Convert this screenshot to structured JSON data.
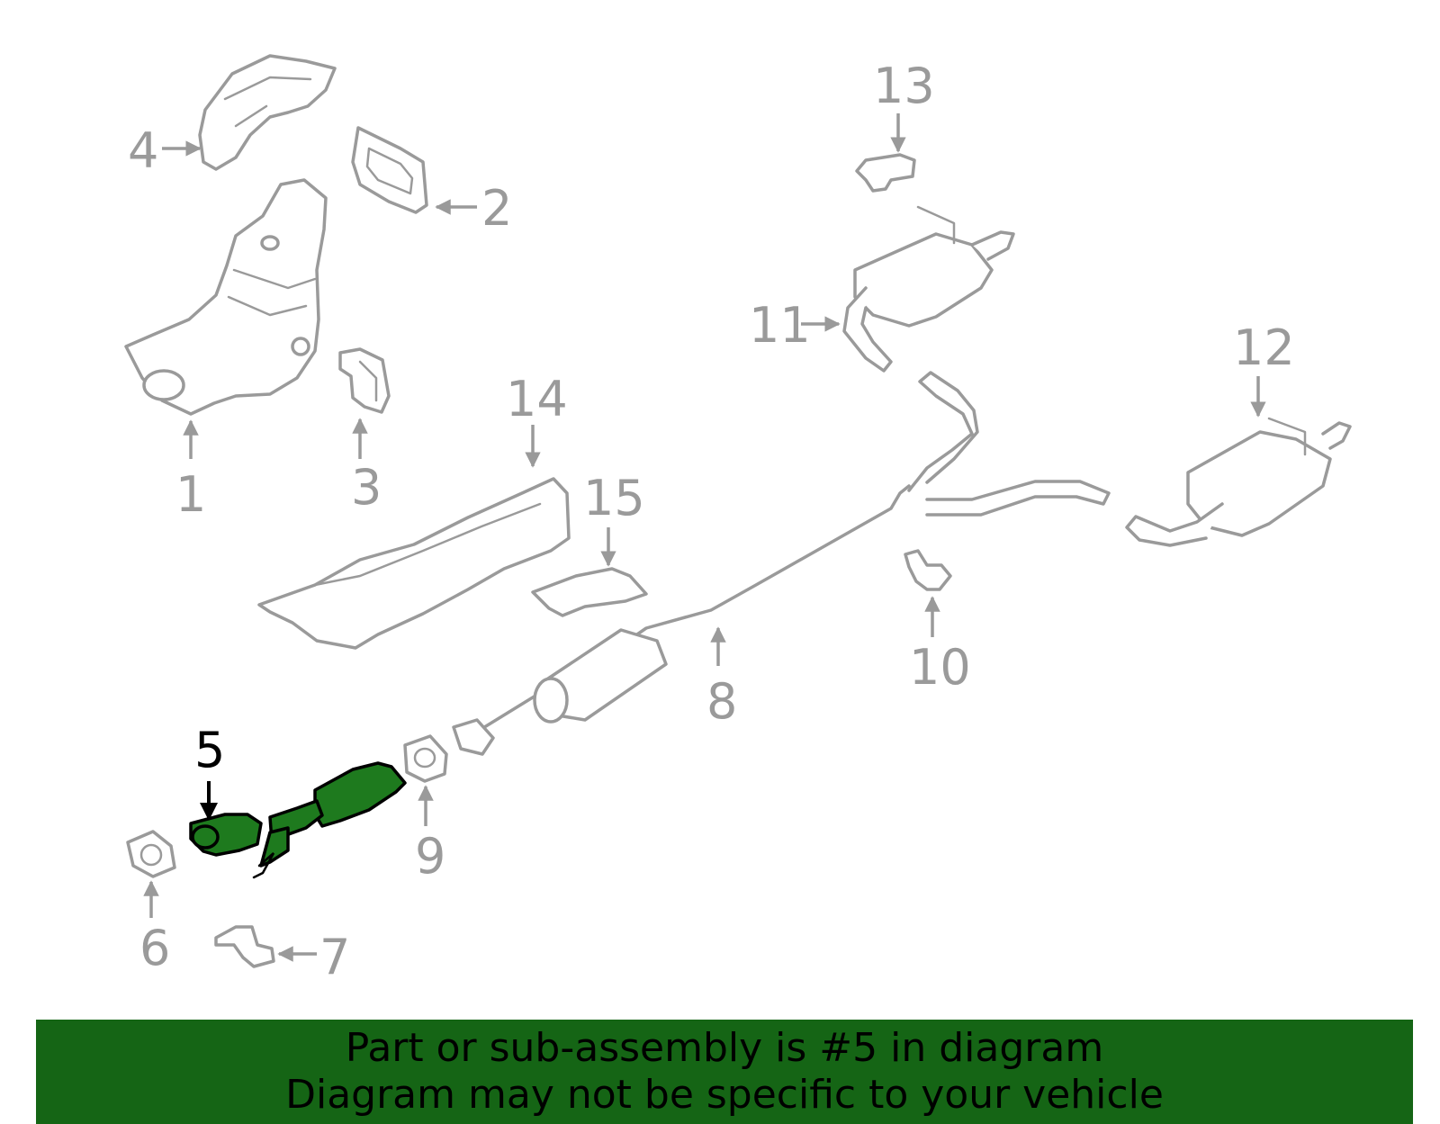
{
  "callouts": {
    "c1": "1",
    "c2": "2",
    "c3": "3",
    "c4": "4",
    "c5": "5",
    "c6": "6",
    "c7": "7",
    "c8": "8",
    "c9": "9",
    "c10": "10",
    "c11": "11",
    "c12": "12",
    "c13": "13",
    "c14": "14",
    "c15": "15"
  },
  "highlighted_part": "5",
  "banner": {
    "line1": "Part or sub-assembly is #5 in diagram",
    "line2": "Diagram may not be specific to your vehicle"
  },
  "colors": {
    "highlight": "#1e7a1e",
    "banner": "#156515",
    "part_outline": "#9a9a9a",
    "callout_text": "#9a9a9a"
  }
}
